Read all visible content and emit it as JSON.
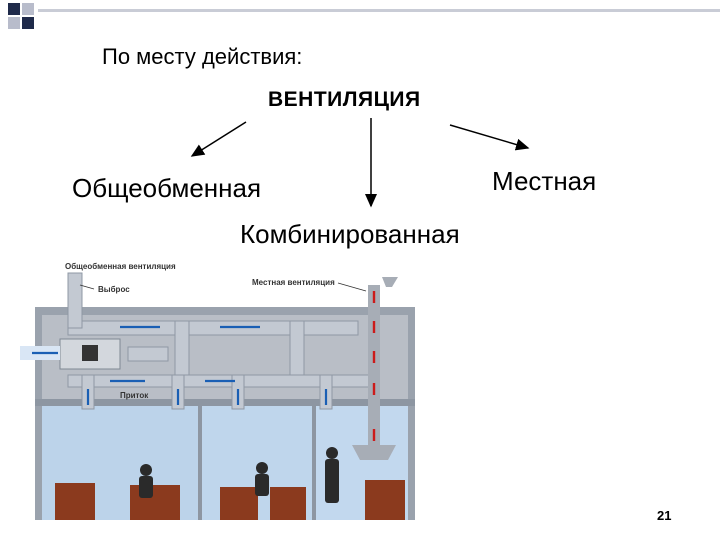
{
  "slide": {
    "heading": "По месту действия:",
    "root": "ВЕНТИЛЯЦИЯ",
    "types": {
      "general": "Общеобменная",
      "local": "Местная",
      "combined": "Комбинированная"
    },
    "page_number": "21"
  },
  "illustration": {
    "label_general": "Общеобменная вентиляция",
    "label_exhaust": "Выброс",
    "label_local": "Местная вентиляция",
    "label_supply": "Приток"
  },
  "colors": {
    "decor_dark": "#1f2a4a",
    "decor_light": "#b8bccb",
    "duct": "#c3c9d2",
    "room": "#bcd3ea",
    "arrow": "#1a5fb4",
    "local_arrow": "#cc1b1b"
  }
}
